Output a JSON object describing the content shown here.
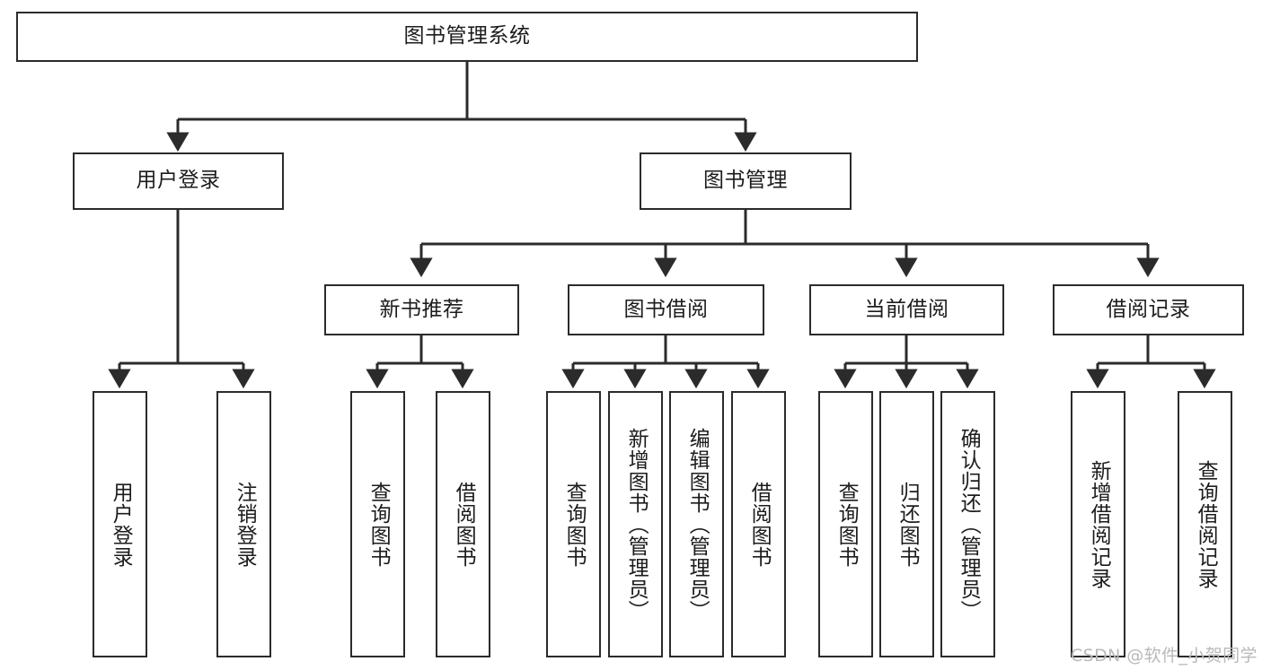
{
  "diagram": {
    "title": "图书管理系统",
    "watermark": "CSDN @软件_小贺同学",
    "colors": {
      "border": "#2b2b2b",
      "connector": "#2b2b2b",
      "text": "#1c1c1c",
      "background": "#ffffff",
      "watermark": "#b9b9b9"
    },
    "root": {
      "label": "图书管理系统"
    },
    "level2": [
      {
        "label": "用户登录"
      },
      {
        "label": "图书管理"
      }
    ],
    "level3": [
      {
        "label": "新书推荐"
      },
      {
        "label": "图书借阅"
      },
      {
        "label": "当前借阅"
      },
      {
        "label": "借阅记录"
      }
    ],
    "leaves": {
      "user_login": [
        {
          "label": "用户登录"
        },
        {
          "label": "注销登录"
        }
      ],
      "new_book_recommend": [
        {
          "label": "查询图书"
        },
        {
          "label": "借阅图书"
        }
      ],
      "book_borrow": [
        {
          "label": "查询图书"
        },
        {
          "label": "新增图书（管理员）"
        },
        {
          "label": "编辑图书（管理员）"
        },
        {
          "label": "借阅图书"
        }
      ],
      "current_borrow": [
        {
          "label": "查询图书"
        },
        {
          "label": "归还图书"
        },
        {
          "label": "确认归还（管理员）"
        }
      ],
      "borrow_record": [
        {
          "label": "新增借阅记录"
        },
        {
          "label": "查询借阅记录"
        }
      ]
    }
  }
}
